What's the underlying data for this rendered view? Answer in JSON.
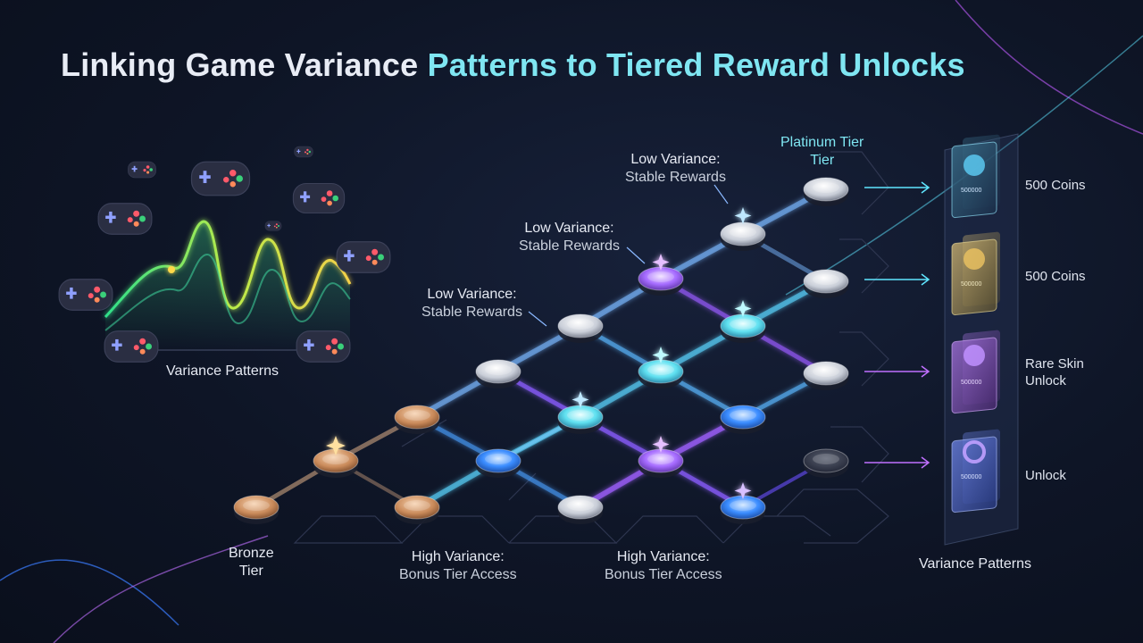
{
  "title": {
    "part1": "Linking Game Variance ",
    "part2": "Patterns to Tiered Reward Unlocks"
  },
  "colors": {
    "accent_cyan": "#7fe6f2",
    "purple": "#9b5cff",
    "blue": "#3aa0ff",
    "bronze": "#c98a5a",
    "silver": "#d8dde6"
  },
  "left_panel": {
    "caption": "Variance Patterns"
  },
  "tiers": {
    "bronze": {
      "line1": "Bronze",
      "line2": "Tier"
    },
    "platinum": {
      "line1": "Platinum Tier",
      "line2": "Tier"
    }
  },
  "annotations": [
    {
      "line1": "Low Variance:",
      "line2": "Stable Rewards"
    },
    {
      "line1": "Low Variance:",
      "line2": "Stable Rewards"
    },
    {
      "line1": "Low Variance:",
      "line2": "Stable Rewards"
    },
    {
      "line1": "High Variance:",
      "line2": "Bonus Tier Access"
    },
    {
      "line1": "High Variance:",
      "line2": "Bonus Tier Access"
    }
  ],
  "rewards": [
    {
      "label": "500 Coins",
      "icon": "coin-stack-icon",
      "card_text": "500000"
    },
    {
      "label": "500 Coins",
      "icon": "gem-pile-icon",
      "card_text": "500000"
    },
    {
      "label": "Rare Skin\nUnlock",
      "icon": "skin-icon",
      "card_text": "500000"
    },
    {
      "label": "Unlock",
      "icon": "ring-icon",
      "card_text": "500000"
    }
  ],
  "rewards_caption": "Variance Patterns"
}
